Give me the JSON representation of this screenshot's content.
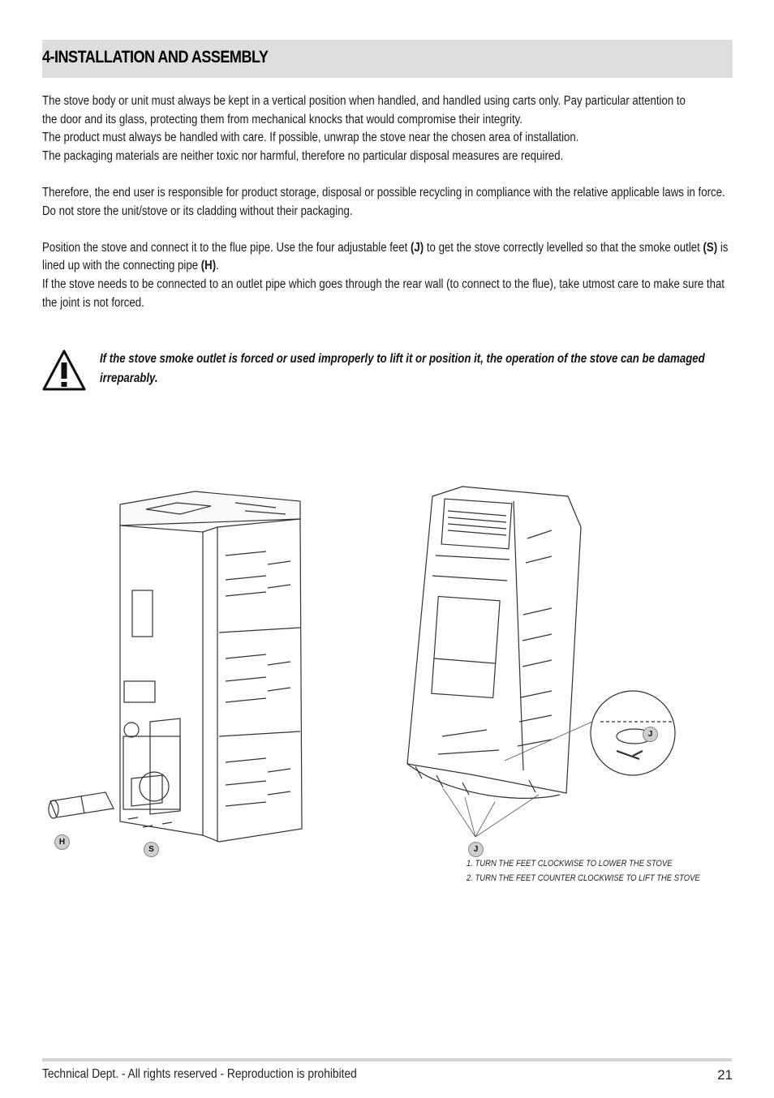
{
  "section": {
    "title": "4-INSTALLATION AND ASSEMBLY"
  },
  "paragraphs": {
    "p1_line1": "The stove body or unit must always be kept in a vertical position when handled, and handled using carts only. Pay particular attention to",
    "p1_line2": "the door and its glass, protecting them from mechanical knocks that would compromise their integrity.",
    "p1_line3": "The product must always be handled with care. If possible, unwrap the stove near the chosen area of installation.",
    "p1_line4": "The packaging materials are neither toxic nor harmful, therefore no particular disposal measures are required.",
    "p2": "Therefore, the end user is responsible for product storage, disposal or possible recycling in compliance with the relative applicable laws in force. Do not store the unit/stove or its cladding without their packaging.",
    "p3_a": "Position the stove and connect it to the flue pipe. Use the four adjustable feet ",
    "p3_j": "(J)",
    "p3_b": " to get the stove correctly levelled so that the smoke outlet ",
    "p3_s": "(S)",
    "p3_c": " is lined up with the connecting pipe ",
    "p3_h": "(H)",
    "p3_d": ".",
    "p4": "If the stove needs to be connected to an outlet pipe which goes through the rear wall (to connect to the flue), take utmost care to make sure that the joint is not forced."
  },
  "warning": {
    "text": "If the stove smoke outlet is forced or used improperly to lift it or position it, the operation of the stove can be damaged irreparably.",
    "icon": "warning-triangle-icon"
  },
  "figure": {
    "labels": {
      "h": "H",
      "s": "S",
      "j_bottom": "J",
      "j_detail": "J"
    },
    "caption_1": "1. TURN THE FEET CLOCKWISE TO LOWER THE STOVE",
    "caption_2": "2. TURN THE FEET COUNTER CLOCKWISE TO LIFT THE STOVE"
  },
  "footer": {
    "text": "Technical Dept. - All rights reserved - Reproduction is prohibited",
    "page_number": "21"
  }
}
